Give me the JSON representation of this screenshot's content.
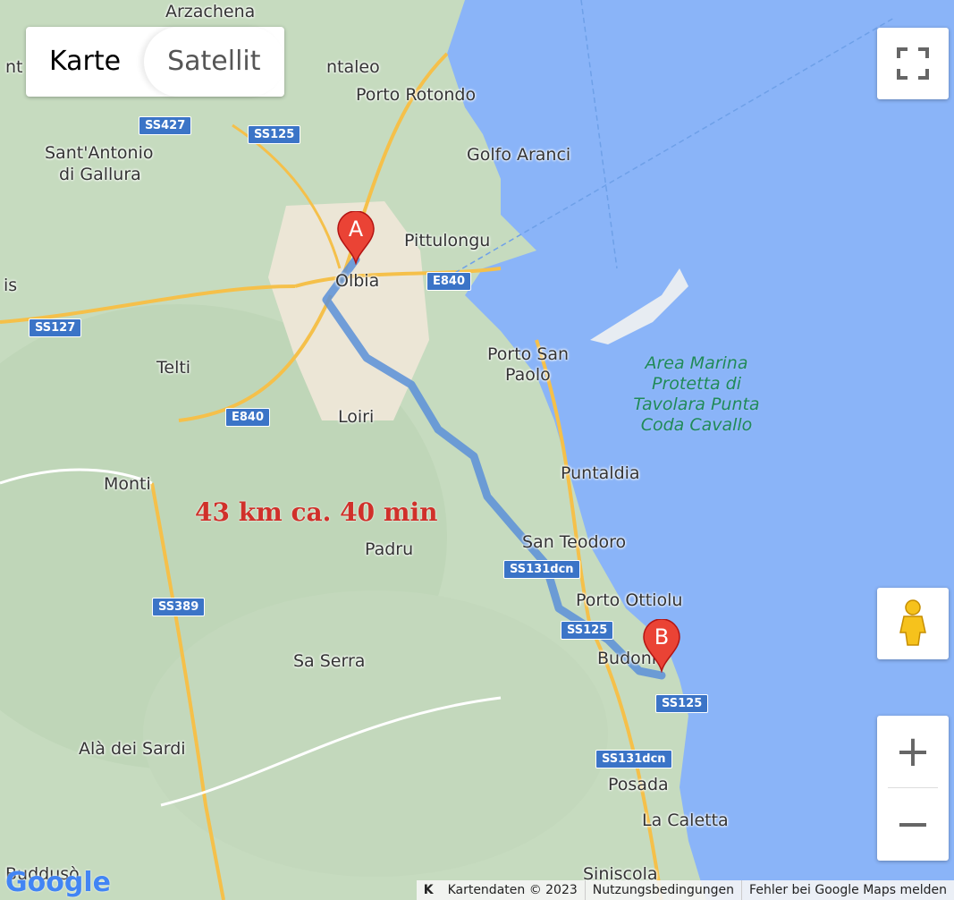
{
  "map_type": {
    "karte": "Karte",
    "satellit": "Satellit",
    "selected": "Karte"
  },
  "route_info": "43 km ca. 40 min",
  "markers": {
    "a": "A",
    "b": "B"
  },
  "places": {
    "arzachena": "Arzachena",
    "nt": "nt",
    "ntaleo": "ntaleo",
    "porto_rotondo": "Porto Rotondo",
    "sant_antonio": "Sant'Antonio",
    "di_gallura": "di Gallura",
    "golfo_aranci": "Golfo Aranci",
    "pittulongu": "Pittulongu",
    "olbia": "Olbia",
    "is": "is",
    "porto_san": "Porto San",
    "paolo": "Paolo",
    "telti": "Telti",
    "loiri": "Loiri",
    "puntaldia": "Puntaldia",
    "monti": "Monti",
    "padru": "Padru",
    "san_teodoro": "San Teodoro",
    "porto_ottiolu": "Porto Ottiolu",
    "budoni": "Budoni",
    "sa_serra": "Sa Serra",
    "ala_dei_sardi": "Alà dei Sardi",
    "posada": "Posada",
    "la_caletta": "La Caletta",
    "siniscola": "Siniscola",
    "buddusò": "Buddusò"
  },
  "water": {
    "line1": "Area Marina",
    "line2": "Protetta di",
    "line3": "Tavolara Punta",
    "line4": "Coda Cavallo"
  },
  "shields": {
    "ss427": "SS427",
    "ss125_top": "SS125",
    "e840_east": "E840",
    "ss127": "SS127",
    "e840_west": "E840",
    "ss131dcn_mid": "SS131dcn",
    "ss389": "SS389",
    "ss125_mid": "SS125",
    "ss125_low": "SS125",
    "ss131dcn_low": "SS131dcn"
  },
  "controls": {
    "zoom_in": "+",
    "zoom_out": "−"
  },
  "footer": {
    "google_logo": "Google",
    "keyboard": "K",
    "kartendaten": "Kartendaten © 2023",
    "nutzung": "Nutzungsbedingungen",
    "fehler": "Fehler bei Google Maps melden"
  },
  "colors": {
    "land": "#c9dcc3",
    "water": "#8ab4f8",
    "route": "#5b8fd8",
    "marker": "#ea4335"
  }
}
